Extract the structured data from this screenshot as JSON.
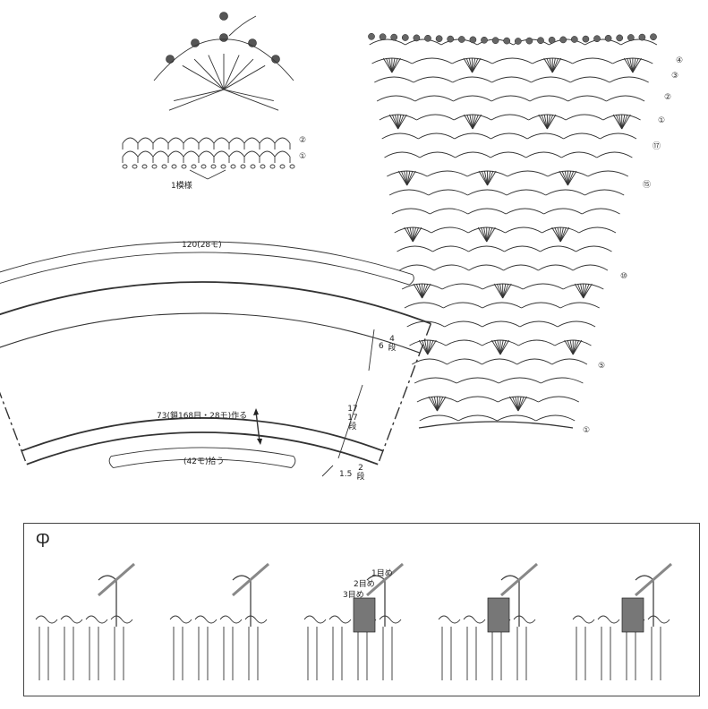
{
  "motif_label": "1模様",
  "row_marks_small": [
    "②",
    "①"
  ],
  "schematic": {
    "top_width": "120(28モ)",
    "chain_start": "73(鎖168目・28モ)作る",
    "pickup": "(42モ)拾う",
    "upper_rows_num": "6",
    "upper_rows_frac": "4",
    "upper_rows_unit": "段",
    "main_rows_num": "17",
    "main_rows_frac": "17",
    "main_rows_unit": "段",
    "bottom_rows_num": "1.5",
    "bottom_rows_frac": "2",
    "bottom_rows_unit": "段"
  },
  "chart_row_marks": [
    "④",
    "③",
    "②",
    "①",
    "⑰",
    "⑮",
    "⑩",
    "⑤",
    "①"
  ],
  "technique": {
    "symbol": "Ⴔ",
    "steps": [
      {
        "labels": []
      },
      {
        "labels": []
      },
      {
        "labels": [
          "1目め",
          "2目め",
          "3目め"
        ]
      },
      {
        "labels": []
      },
      {
        "labels": []
      }
    ]
  }
}
